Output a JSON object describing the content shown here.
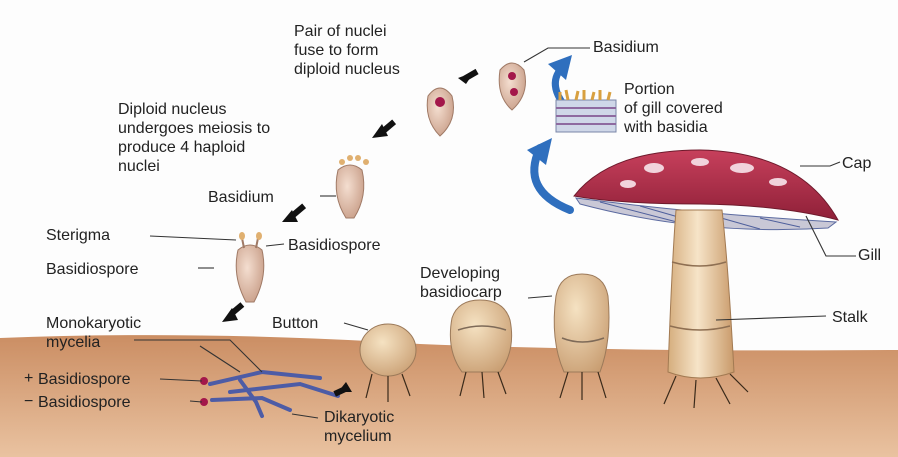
{
  "labels": {
    "pair_of_nuclei": "Pair of nuclei\nfuse to form\ndiploid nucleus",
    "basidium_top": "Basidium",
    "portion_of_gill": "Portion\nof gill covered\nwith basidia",
    "cap": "Cap",
    "diploid_meiosis": "Diploid nucleus\nundergoes meiosis to\nproduce 4 haploid\nnuclei",
    "basidium_mid": "Basidium",
    "gill": "Gill",
    "sterigma": "Sterigma",
    "basidiospore_mid": "Basidiospore",
    "basidiospore_left": "Basidiospore",
    "developing_basidiocarp": "Developing\nbasidiocarp",
    "monokaryotic_mycelia": "Monokaryotic\nmycelia",
    "button": "Button",
    "stalk": "Stalk",
    "plus_basidiospore": "Basidiospore",
    "minus_basidiospore": "Basidiospore",
    "plus_sign": "+",
    "minus_sign": "−",
    "dikaryotic_mycelium": "Dikaryotic\nmycelium"
  },
  "colors": {
    "soil": "#b56a3c",
    "cap": "#b2304b",
    "stalk": "#e7c89b",
    "cell": "#d9b49a",
    "nucleus": "#a3174a",
    "mycelium": "#4d5ca6",
    "arrow_blue": "#2f6fbe",
    "arrow_black": "#111111"
  }
}
